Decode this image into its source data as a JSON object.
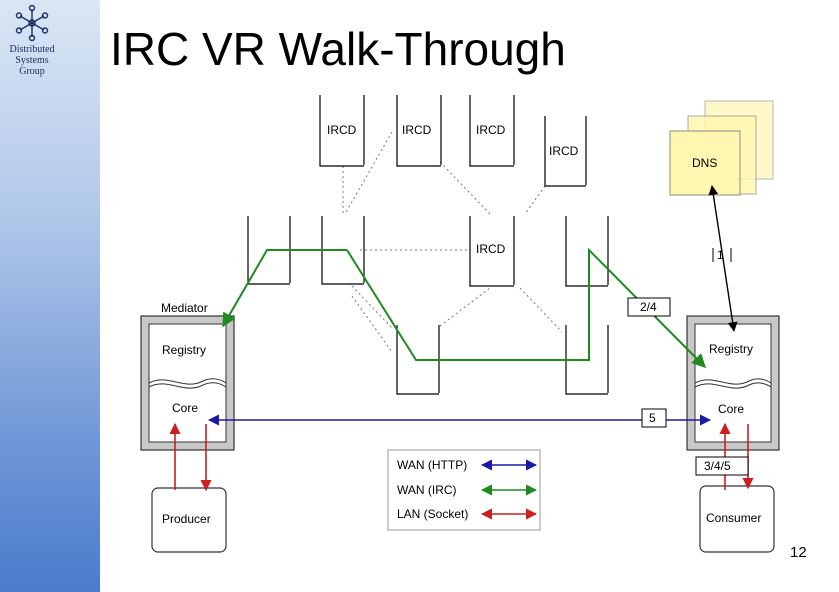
{
  "sidebar": {
    "logo_icon": "snowflake-network-icon",
    "org_lines": [
      "Distributed",
      "Systems",
      "Group"
    ]
  },
  "slide": {
    "title": "IRC VR Walk-Through",
    "page_number": "12"
  },
  "diagram": {
    "irc_servers": [
      "IRCD",
      "IRCD",
      "IRCD",
      "IRCD",
      "IRCD"
    ],
    "dns_label": "DNS",
    "mediator": {
      "label": "Mediator",
      "registry": "Registry",
      "core": "Core"
    },
    "consumer_node": {
      "registry": "Registry",
      "core": "Core"
    },
    "producer": "Producer",
    "consumer": "Consumer",
    "steps": {
      "step_1": "1",
      "step_2_4": "2/4",
      "step_5": "5",
      "step_3_4_5": "3/4/5"
    },
    "legend": [
      {
        "label": "WAN (HTTP)",
        "color": "#1a1aa6"
      },
      {
        "label": "WAN (IRC)",
        "color": "#1f8a1f"
      },
      {
        "label": "LAN (Socket)",
        "color": "#cc1f1f"
      }
    ]
  },
  "colors": {
    "http": "#1a1aa6",
    "irc": "#1f8a1f",
    "socket": "#cc1f1f",
    "dns_fill": "#fff7b0"
  }
}
